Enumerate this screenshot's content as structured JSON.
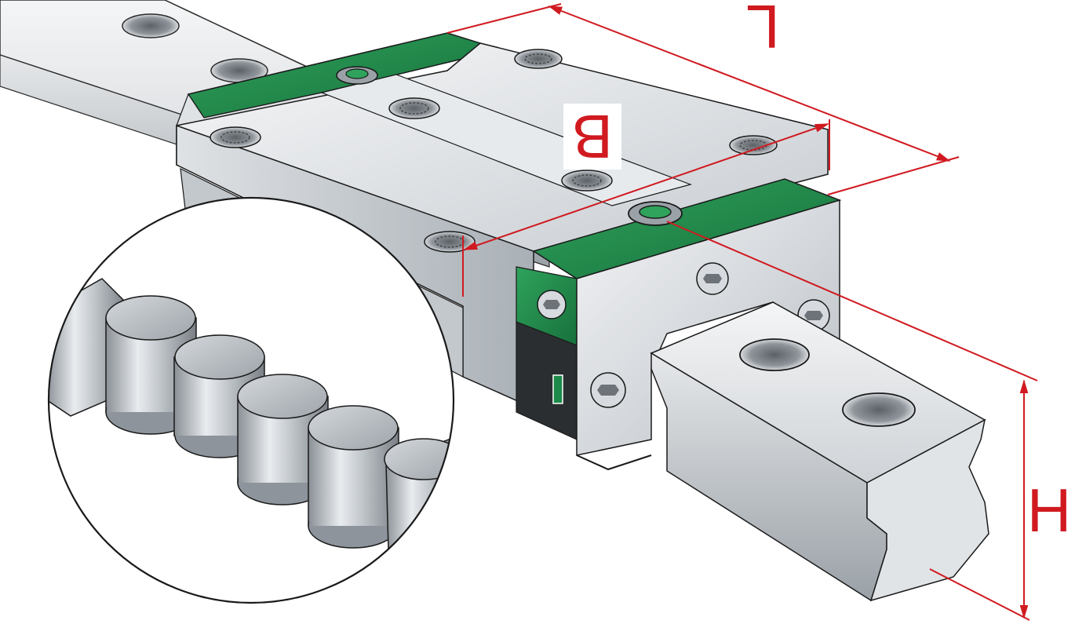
{
  "labels": {
    "length": "L",
    "width": "B",
    "height": "H"
  },
  "colors": {
    "dimension": "#d01a20",
    "seal_green": "#1e8a4a",
    "steel_light": "#eef0f2",
    "steel_mid": "#c9ced3",
    "steel_dark": "#8d949b",
    "outline": "#1a1a1a"
  },
  "icons": {
    "zoom_circle": "roller-detail-magnifier",
    "rollers": "cylindrical-roller"
  }
}
